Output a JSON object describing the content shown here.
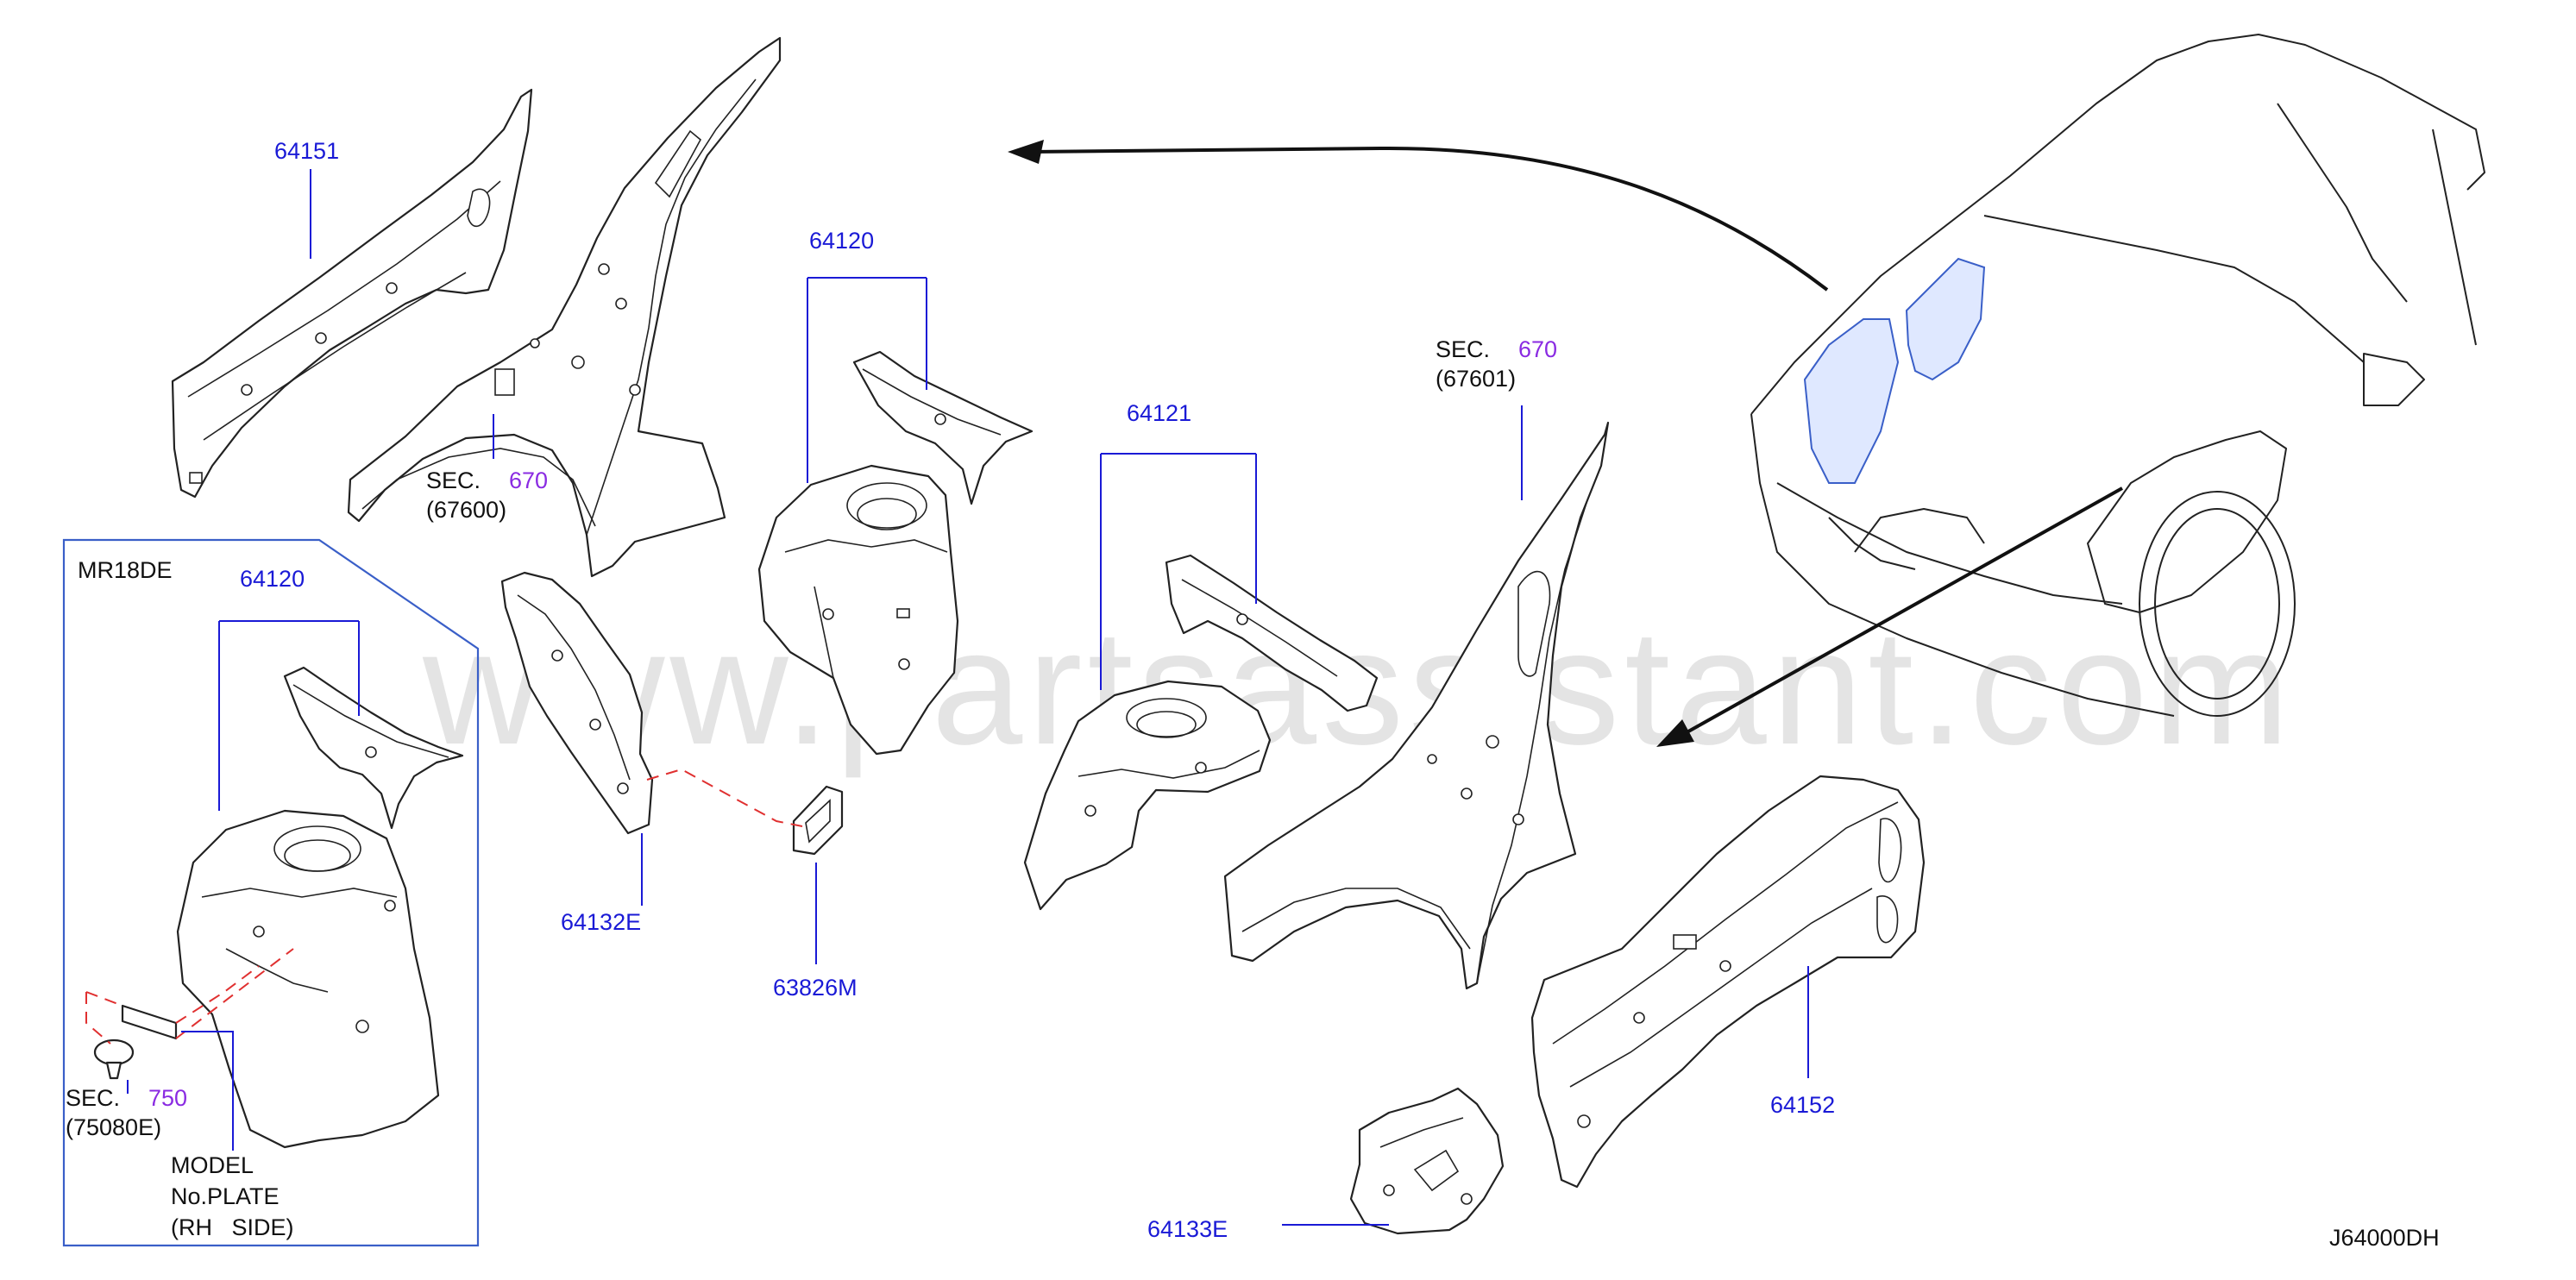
{
  "watermark": "www.partsassistant.com",
  "diagram_code": "J64000DH",
  "variant_box": {
    "label": "MR18DE"
  },
  "labels": {
    "p64151": "64151",
    "p64120_top": "64120",
    "p64120_box": "64120",
    "p64121": "64121",
    "p64132e": "64132E",
    "p63826m": "63826M",
    "p64152": "64152",
    "p64133e": "64133E"
  },
  "sections": {
    "left": {
      "prefix": "SEC.",
      "number": "670",
      "ref": "(67600)"
    },
    "right": {
      "prefix": "SEC.",
      "number": "670",
      "ref": "(67601)"
    },
    "box": {
      "prefix": "SEC.",
      "number": "750",
      "ref": "(75080E)"
    }
  },
  "plate_note": {
    "line1": "MODEL",
    "line2": "No.PLATE",
    "line3": "(RH   SIDE)"
  },
  "colors": {
    "part_number": "#1a1ad6",
    "section_number": "#8a2be2",
    "leader": "#1a1ad6",
    "dash": "#e03030"
  }
}
